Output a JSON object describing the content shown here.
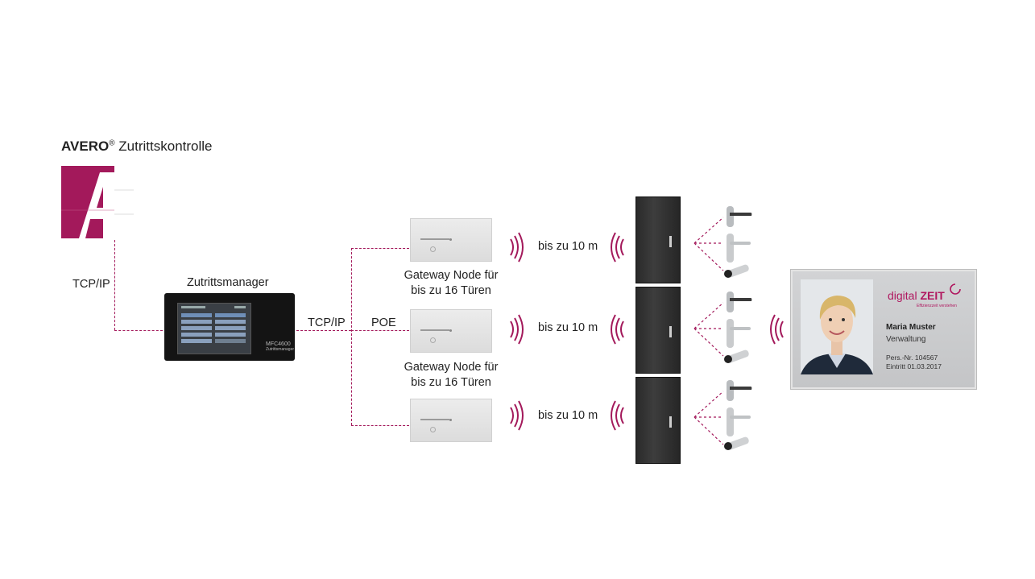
{
  "title": {
    "brand": "AVERO",
    "registered": "®",
    "rest": " Zutrittskontrolle"
  },
  "logo": {
    "letter": "A",
    "color": "#a3195b"
  },
  "connections": {
    "tcpip_left": "TCP/IP",
    "tcpip_mid": "TCP/IP",
    "poe": "POE",
    "line_color": "#a3195b"
  },
  "manager": {
    "label": "Zutrittsmanager",
    "model": "MFC4600",
    "sub": "Zutrittsmanager"
  },
  "gateways": [
    {
      "caption_line1": "Gateway Node für",
      "caption_line2": "bis zu 16 Türen",
      "range": "bis zu 10 m"
    },
    {
      "caption_line1": "Gateway Node für",
      "caption_line2": "bis zu 16 Türen",
      "range": "bis zu 10 m"
    },
    {
      "caption_line1": "",
      "caption_line2": "",
      "range": "bis zu 10 m"
    }
  ],
  "card": {
    "brand_light": "digital",
    "brand_bold": "ZEIT",
    "slogan": "Effizienzzeit verstehen",
    "name": "Maria Muster",
    "department": "Verwaltung",
    "pers_nr": "Pers.-Nr. 104567",
    "entry": "Eintritt 01.03.2017"
  },
  "icons": [
    "avero-logo-icon",
    "wifi-waves-icon",
    "door-icon",
    "door-handle-icon",
    "cylinder-lock-icon",
    "id-card-icon"
  ]
}
